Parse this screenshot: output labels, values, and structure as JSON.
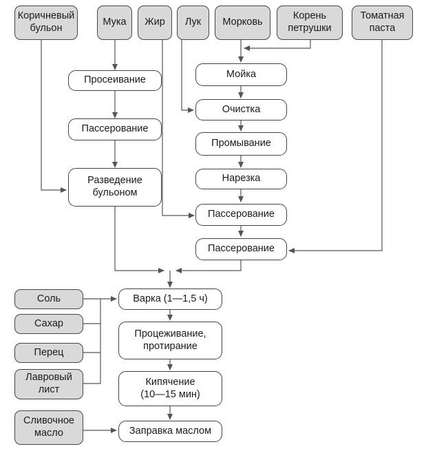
{
  "ingredients": {
    "brown_broth": "Коричневый\nбульон",
    "flour": "Мука",
    "fat": "Жир",
    "onion": "Лук",
    "carrot": "Морковь",
    "parsley_root": "Корень\nпетрушки",
    "tomato_paste": "Томатная\nпаста",
    "salt": "Соль",
    "sugar": "Сахар",
    "pepper": "Перец",
    "bay_leaf": "Лавровый\nлист",
    "butter": "Сливочное\nмасло"
  },
  "steps": {
    "sifting": "Просеивание",
    "sauteing_flour": "Пассерование",
    "dilution_broth": "Разведение\nбульоном",
    "washing": "Мойка",
    "cleaning": "Очистка",
    "rinsing": "Промывание",
    "cutting": "Нарезка",
    "sauteing_veg": "Пассерование",
    "sauteing_tomato": "Пассерование",
    "boiling": "Варка (1—1,5 ч)",
    "straining": "Процеживание,\nпротирание",
    "bringing_to_boil": "Кипячение\n(10—15 мин)",
    "dressing_butter": "Заправка маслом"
  },
  "colors": {
    "ingredient_fill": "#d9d9d9",
    "process_fill": "#ffffff",
    "line": "#555555"
  }
}
